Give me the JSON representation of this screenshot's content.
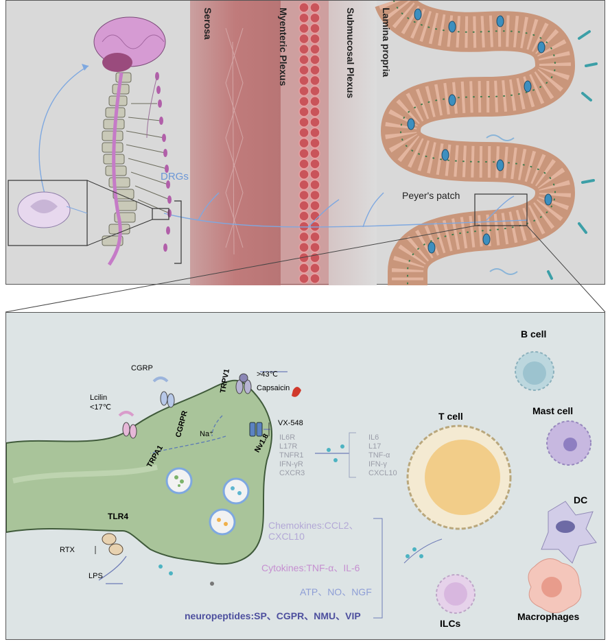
{
  "top": {
    "serosa": "Serosa",
    "myenteric": "Myenteric Plexus",
    "submucosal": "Submucosal Plexus",
    "lamina": "Lamina propria",
    "drgs": "DRGs",
    "peyers": "Peyer's patch"
  },
  "bottom": {
    "cgrp": "CGRP",
    "lcilin": "Lcilin",
    "lcilin_temp": "<17℃",
    "temp43": ">43℃",
    "capsaicin": "Capsaicin",
    "trpv1": "TRPV1",
    "cgrpr": "CGRPR",
    "trpa1": "TRPA1",
    "na": "Na⁺",
    "nv18": "Nv1.8",
    "vx548": "VX-548",
    "receptors": [
      "IL6R",
      "L17R",
      "TNFR1",
      "IFN-γR",
      "CXCR3"
    ],
    "cytokines_in": [
      "IL6",
      "L17",
      "TNF-α",
      "IFN-γ",
      "CXCL10"
    ],
    "tlr4": "TLR4",
    "rtx": "RTX",
    "lps": "LPS",
    "chemokines_1": "Chemokines:CCL2、",
    "chemokines_2": "CXCL10",
    "cytokines_out": "Cytokines:TNF-α、IL-6",
    "atp": "ATP、NO、NGF",
    "neuropeptides": "neuropeptides:SP、CGPR、NMU、VIP",
    "cells": {
      "tcell": "T cell",
      "bcell": "B cell",
      "mast": "Mast cell",
      "dc": "DC",
      "ilcs": "ILCs",
      "macro": "Macrophages"
    }
  },
  "colors": {
    "top_bg": "#d9d9d9",
    "bottom_bg": "#dde4e5",
    "neuron": "#a9c49a",
    "serosa": "#c88a8a",
    "plexus": "#c9545a",
    "nerve": "#7ea8e0"
  }
}
